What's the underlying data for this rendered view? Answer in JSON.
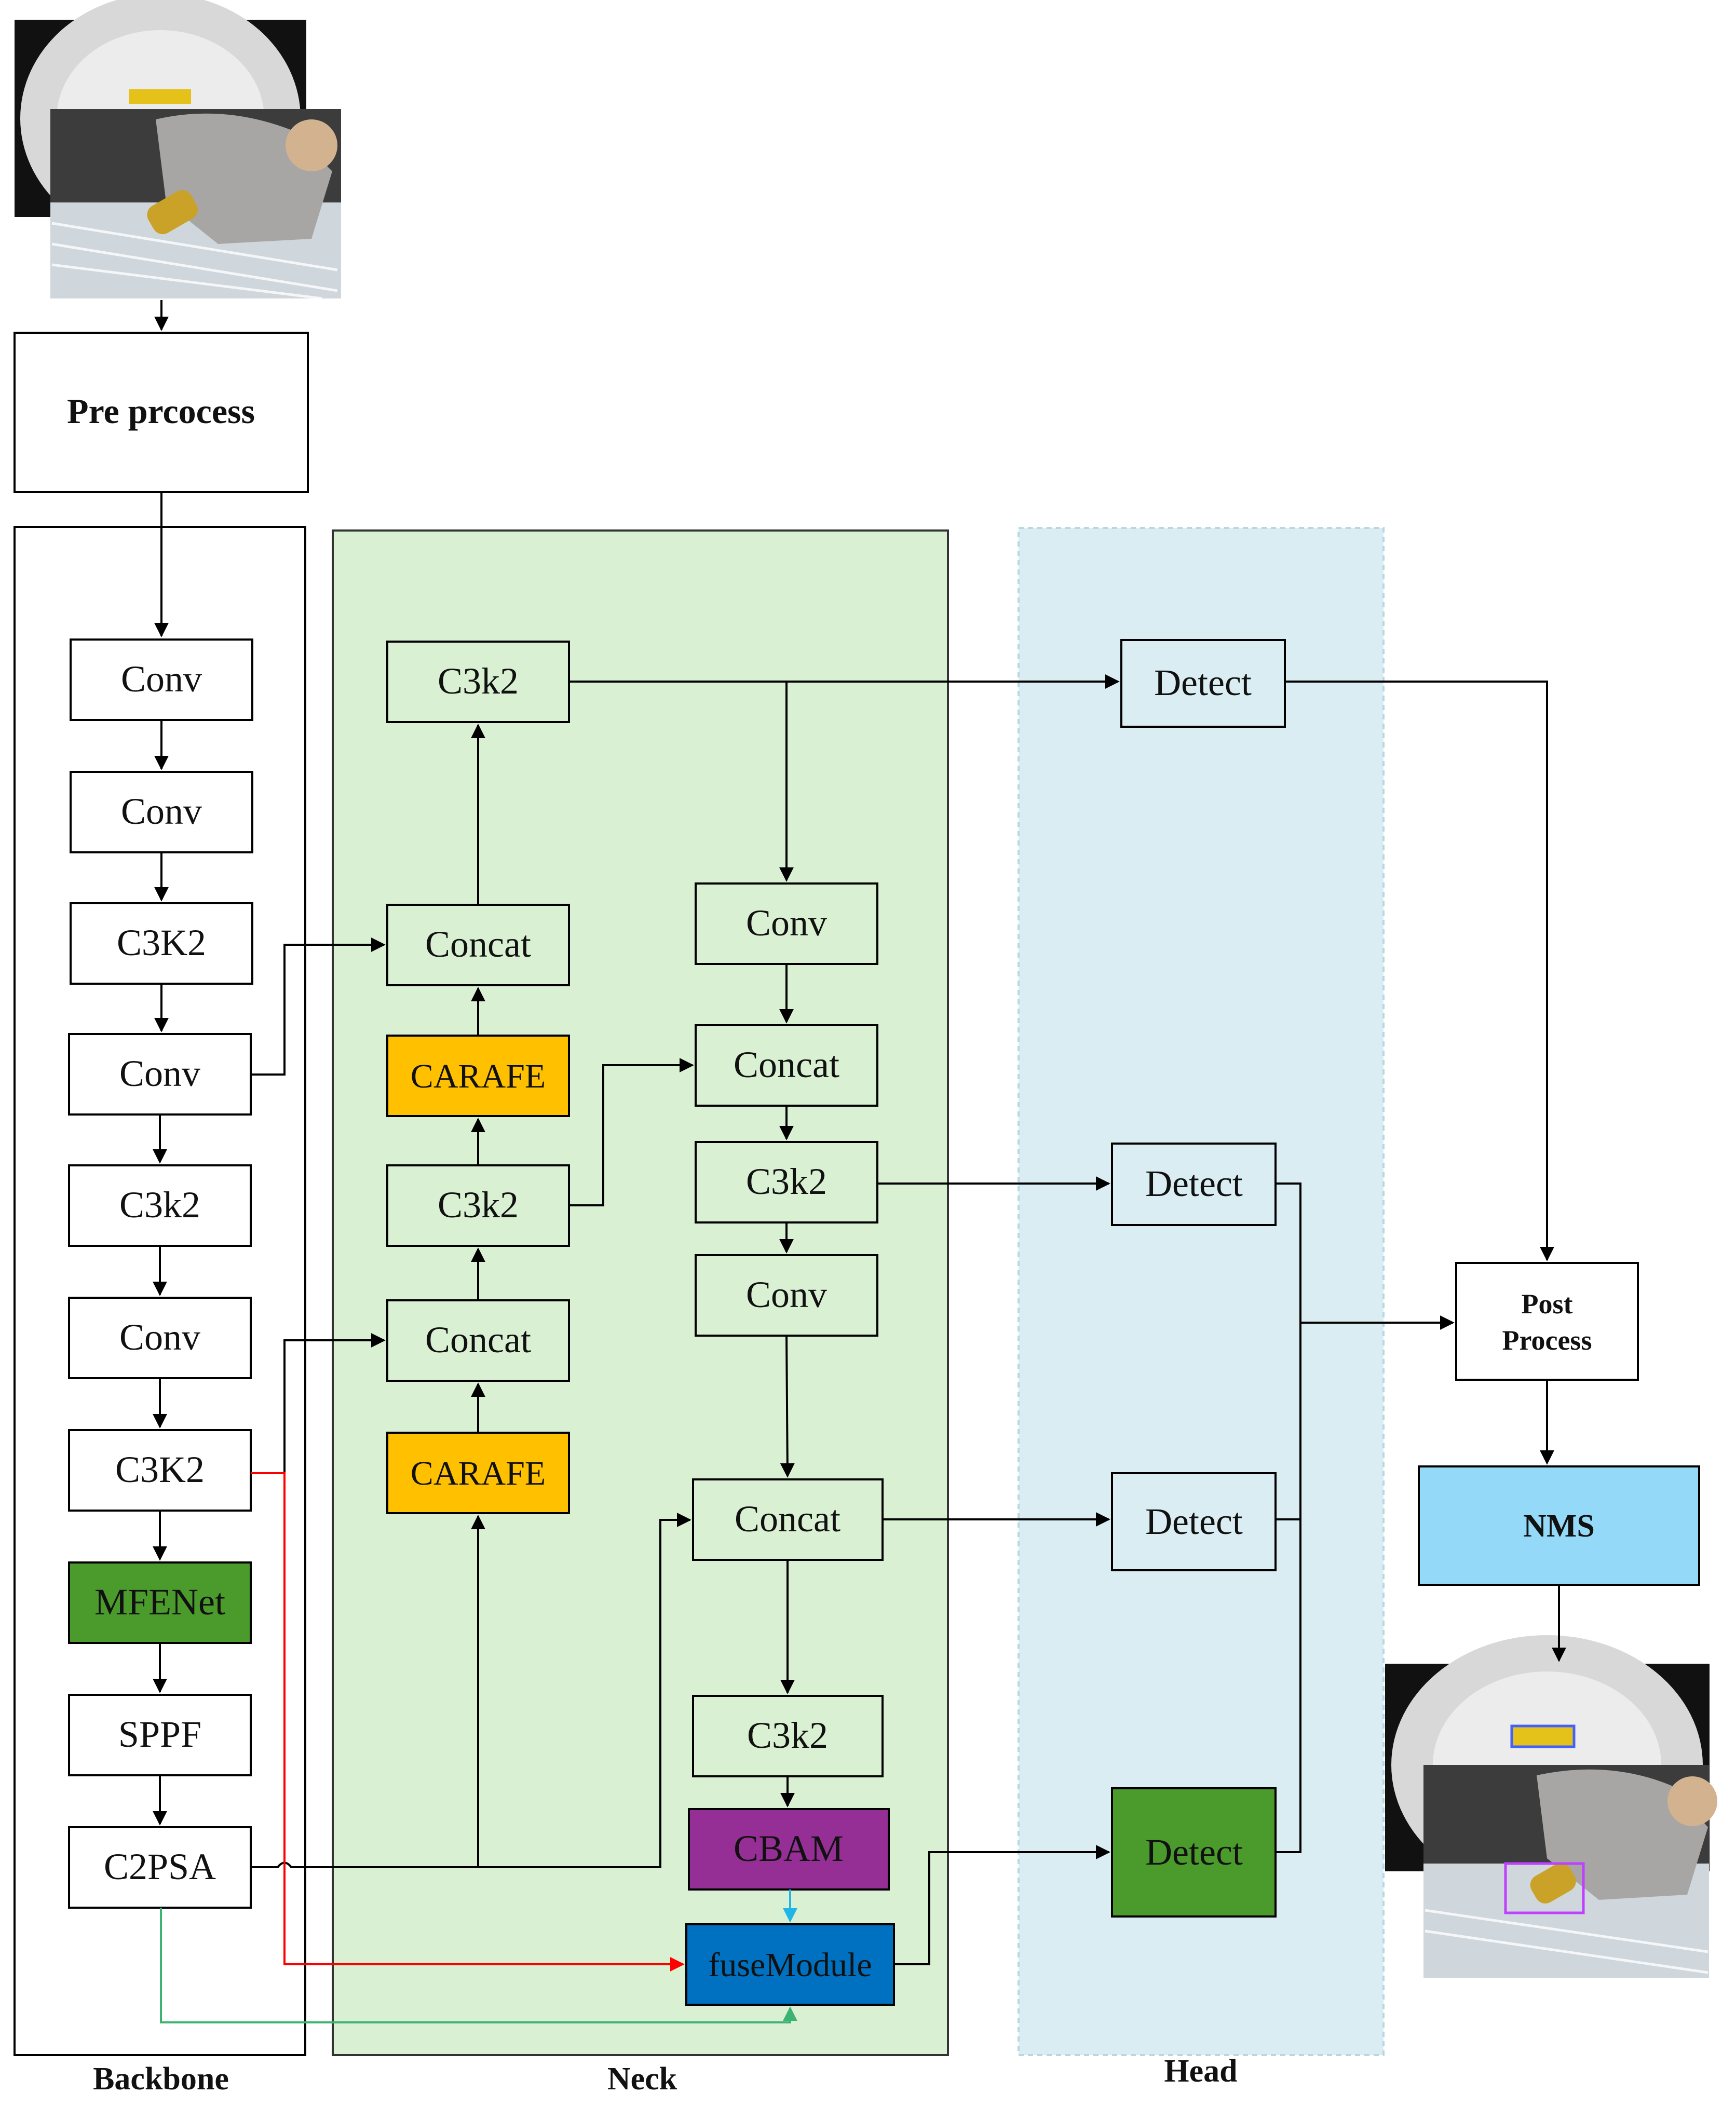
{
  "title": "",
  "regions": {
    "backbone": "Backbone",
    "neck": "Neck",
    "head": "Head"
  },
  "preprocess": "Pre prcocess",
  "backbone_blocks": [
    "Conv",
    "Conv",
    "C3K2",
    "Conv",
    "C3k2",
    "Conv",
    "C3K2",
    "MFENet",
    "SPPF",
    "C2PSA"
  ],
  "neck_blocks": {
    "c3k2_top": "C3k2",
    "concat_a": "Concat",
    "carafe_a": "CARAFE",
    "c3k2_mid": "C3k2",
    "concat_b": "Concat",
    "carafe_b": "CARAFE",
    "conv_1": "Conv",
    "concat_c": "Concat",
    "c3k2_right": "C3k2",
    "conv_2": "Conv",
    "concat_d": "Concat",
    "c3k2_bottom": "C3k2",
    "cbam": "CBAM",
    "fuse": "fuseModule"
  },
  "head_blocks": [
    "Detect",
    "Detect",
    "Detect",
    "Detect"
  ],
  "post_process_line1": "Post",
  "post_process_line2": "Process",
  "nms": "NMS",
  "colors": {
    "neck_bg": "#d9f0d3",
    "head_bg": "#daedf3",
    "carafe": "#ffc000",
    "mfenet": "#4a9a2c",
    "detect_green": "#4a9a2c",
    "cbam": "#952f95",
    "fuse": "#0070c0",
    "nms": "#94daf8",
    "red_line": "#ff0000",
    "green_line": "#3cb371",
    "blue_arrow": "#1fb5e8"
  }
}
